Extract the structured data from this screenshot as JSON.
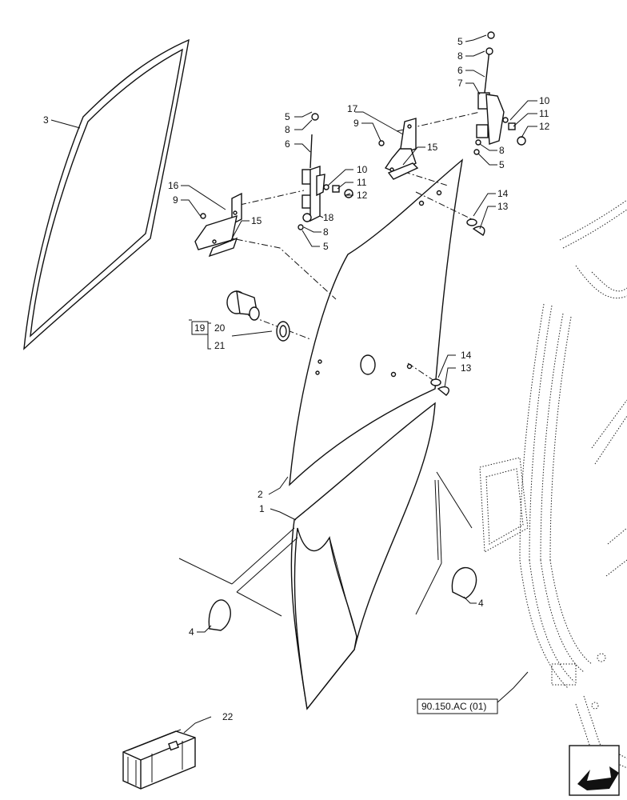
{
  "callouts": {
    "c1": "1",
    "c2": "2",
    "c3": "3",
    "c4a": "4",
    "c4b": "4",
    "c5a": "5",
    "c5b": "5",
    "c5c": "5",
    "c5d": "5",
    "c6a": "6",
    "c6b": "6",
    "c7": "7",
    "c8a": "8",
    "c8b": "8",
    "c8c": "8",
    "c8d": "8",
    "c9a": "9",
    "c9b": "9",
    "c10a": "10",
    "c10b": "10",
    "c11a": "11",
    "c11b": "11",
    "c12a": "12",
    "c12b": "12",
    "c13a": "13",
    "c13b": "13",
    "c14a": "14",
    "c14b": "14",
    "c15a": "15",
    "c15b": "15",
    "c16": "16",
    "c17": "17",
    "c18": "18",
    "c19": "19",
    "c20": "20",
    "c21": "21",
    "c22": "22"
  },
  "reference": "90.150.AC (01)",
  "icons": [
    "cab-frame-outline",
    "next-page-arrow-icon",
    "kit-crate-icon"
  ]
}
